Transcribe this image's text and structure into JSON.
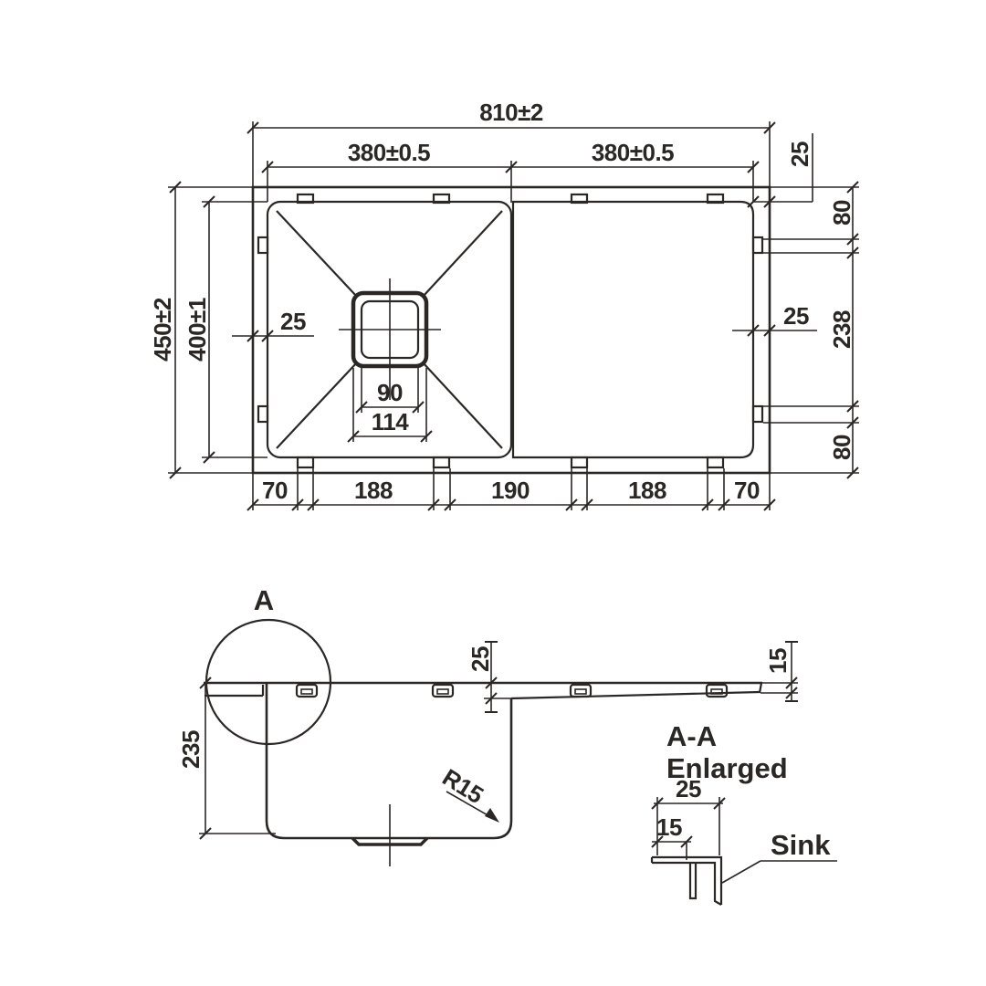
{
  "drawing": {
    "background": "#ffffff",
    "line_color": "#2a2725",
    "plan": {
      "dim_overall_width": "810±2",
      "dim_left_width": "380±0.5",
      "dim_right_width": "380±0.5",
      "dim_corner_rim": "25",
      "dim_right_top": "80",
      "dim_right_center": "238",
      "dim_right_bottom": "80",
      "dim_overall_depth": "450±2",
      "dim_inner_depth": "400±1",
      "dim_rim_left": "25",
      "dim_rim_right": "25",
      "dim_drain_inner": "90",
      "dim_drain_outer": "114",
      "dim_bottom_1": "70",
      "dim_bottom_2": "188",
      "dim_bottom_3": "190",
      "dim_bottom_4": "188",
      "dim_bottom_5": "70"
    },
    "section": {
      "detail_marker": "A",
      "dim_rim_step": "25",
      "dim_edge_height": "15",
      "dim_bowl_depth": "235",
      "dim_corner_radius": "R15"
    },
    "detail": {
      "title_line_1": "A-A",
      "title_line_2": "Enlarged",
      "dim_flange_width": "25",
      "dim_hook_offset": "15",
      "callout_label": "Sink"
    }
  }
}
